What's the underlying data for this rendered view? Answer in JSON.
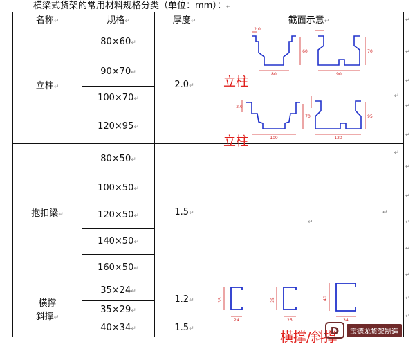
{
  "caption": "横梁式货架的常用材料规格分类（单位：mm）：",
  "return_mark": "↵",
  "headers": {
    "name": "名称",
    "spec": "规格",
    "thickness": "厚度",
    "diagram": "截面示意"
  },
  "upright": {
    "name": "立柱",
    "thickness": "2.0",
    "specs": [
      "80×60",
      "90×70",
      "100×70",
      "120×95"
    ],
    "label": "立柱",
    "sections": [
      {
        "bottom": "80",
        "side": "60",
        "lip": "2.0"
      },
      {
        "bottom": "90",
        "side": "70"
      },
      {
        "bottom": "100",
        "side": "70",
        "lip": "2.0"
      },
      {
        "bottom": "120",
        "side": "95"
      }
    ]
  },
  "box_beam": {
    "name": "抱扣梁",
    "thickness": "1.5",
    "specs": [
      "80×50",
      "100×50",
      "120×50",
      "140×50",
      "160×50"
    ]
  },
  "brace": {
    "name_line1": "横撑",
    "name_line2": "斜撑",
    "specs": [
      "35×24",
      "35×29",
      "40×34"
    ],
    "thickness_a": "1.2",
    "thickness_b": "1.5",
    "label": "横撑/斜撑",
    "sections": [
      {
        "height": "35",
        "width": "24"
      },
      {
        "height": "35",
        "width": "25"
      },
      {
        "height": "40",
        "width": "34"
      }
    ]
  },
  "brand": {
    "text": "宝德龙货架制造",
    "logo_letter": "D"
  },
  "colors": {
    "red": "#e0201c",
    "blueprint": "#2233cc",
    "dim_red": "#d02020",
    "brand_bg": "#6f2a2a"
  }
}
